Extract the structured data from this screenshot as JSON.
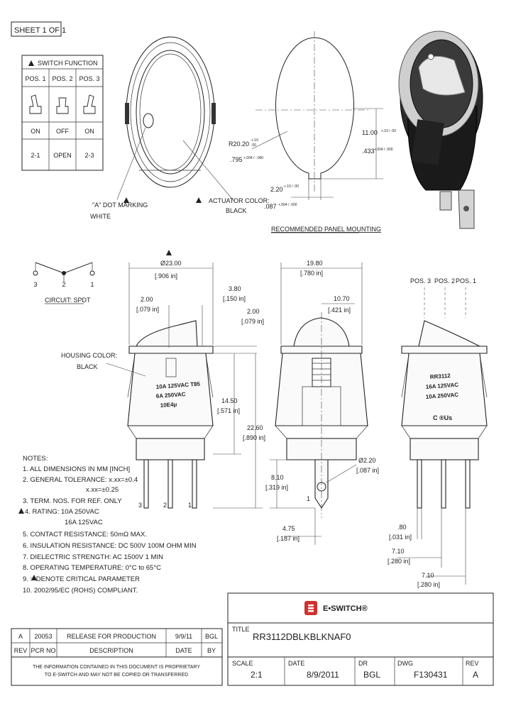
{
  "sheet_label": "SHEET 1 OF 1",
  "switch_function": {
    "title": "SWITCH FUNCTION",
    "positions": [
      "POS. 1",
      "POS. 2",
      "POS. 3"
    ],
    "states": [
      "ON",
      "OFF",
      "ON"
    ],
    "terminals": [
      "2-1",
      "OPEN",
      "2-3"
    ]
  },
  "top_view": {
    "dot_marking": "\"A\" DOT MARKING",
    "dot_color": "WHITE",
    "actuator_color_1": "ACTUATOR COLOR:",
    "actuator_color_2": "BLACK"
  },
  "panel": {
    "radius_mm": "R20.20",
    "radius_tol_plus": "+.10",
    "radius_tol_minus": ".00",
    "radius_in": ".795",
    "radius_in_tol": "+.004 / -.000",
    "height_mm": "11.00",
    "height_tol": "+.10 / .00",
    "height_in": ".433",
    "height_in_tol": "+.004 / .000",
    "notch_mm": "2.20",
    "notch_tol": "+.10 / .00",
    "notch_in": ".087",
    "notch_in_tol": "+.004 / .000",
    "caption": "RECOMMENDED PANEL MOUNTING"
  },
  "circuit": {
    "labels": [
      "3",
      "2",
      "1"
    ],
    "caption": "CIRCUIT: SPDT"
  },
  "side_view": {
    "dia_mm": "Ø23.00",
    "dia_in": "[.906 in]",
    "d1_mm": "2.00",
    "d1_in": "[.079 in]",
    "d2_mm": "3.80",
    "d2_in": "[.150 in]",
    "d3_mm": "2.00",
    "d3_in": "[.079 in]",
    "h1_mm": "14.50",
    "h1_in": "[.571 in]",
    "h2_mm": "22.60",
    "h2_in": "[.890 in]",
    "housing_1": "HOUSING COLOR:",
    "housing_2": "BLACK",
    "rating_lines": [
      "10A 125VAC T85",
      "6A 250VAC",
      "10E4μ"
    ],
    "terminals": [
      "3",
      "2",
      "1"
    ]
  },
  "front_view": {
    "w_mm": "19.80",
    "w_in": "[.780 in]",
    "a_mm": "10.70",
    "a_in": "[.421 in]",
    "hole_mm": "Ø2.20",
    "hole_in": "[.087 in]",
    "t_mm": "8.10",
    "t_in": "[.319 in]",
    "s_mm": "4.75",
    "s_in": "[.187 in]",
    "term_label": "1"
  },
  "right_view": {
    "pos_labels": [
      "POS. 3",
      "POS. 2",
      "POS. 1"
    ],
    "marking_lines": [
      "RR3112",
      "16A 125VAC",
      "10A 250VAC"
    ],
    "cert": "C ®Us",
    "g_mm": ".80",
    "g_in": "[.031 in]",
    "p1_mm": "7.10",
    "p1_in": "[.280 in]",
    "p2_mm": "7.10",
    "p2_in": "[.280 in]"
  },
  "notes": {
    "title": "NOTES:",
    "lines": [
      "1. ALL DIMENSIONS IN MM [INCH]",
      "2. GENERAL TOLERANCE: x.xx=±0.4",
      "x.xx=±0.25",
      "3. TERM. NOS. FOR REF. ONLY",
      "4. RATING: 10A 250VAC",
      "16A 125VAC",
      "5. CONTACT RESISTANCE: 50mΩ MAX.",
      "6. INSULATION RESISTANCE: DC 500V 100M OHM MIN",
      "7. DIELECTRIC STRENGTH: AC 1500V 1 MIN",
      "8. OPERATING TEMPERATURE: 0°C to 65°C",
      "9.    = DENOTE CRITICAL PARAMETER",
      "10. 2002/95/EC (ROHS) COMPLIANT."
    ]
  },
  "logo_text": "E•SWITCH®",
  "title_block": {
    "title_label": "TITLE",
    "title": "RR3112DBLKBLKNAF0",
    "rev_row": [
      "A",
      "20053",
      "RELEASE FOR PRODUCTION",
      "9/9/11",
      "BGL"
    ],
    "rev_head": [
      "REV",
      "PCR NO",
      "DESCRIPTION",
      "DATE",
      "BY"
    ],
    "confidential_1": "THE INFORMATION CONTAINED IN THIS DOCUMENT IS PROPRIETARY",
    "confidential_2": "TO E-SWITCH AND MAY NOT BE COPIED OR TRANSFERRED",
    "scale_label": "SCALE",
    "scale": "2:1",
    "date_label": "DATE",
    "date": "8/9/2011",
    "dr_label": "DR",
    "dr": "BGL",
    "dwg_label": "DWG",
    "dwg": "F130431",
    "rev_label": "REV",
    "rev": "A"
  },
  "colors": {
    "logo_red": "#d0312d",
    "ink": "#222222"
  }
}
